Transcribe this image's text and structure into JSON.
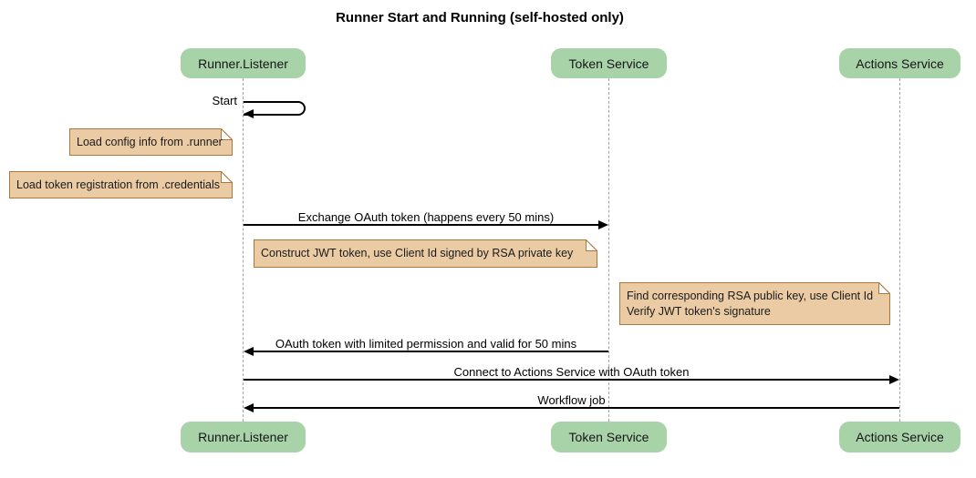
{
  "title": "Runner Start and Running (self-hosted only)",
  "participants": [
    {
      "label": "Runner.Listener"
    },
    {
      "label": "Token Service"
    },
    {
      "label": "Actions Service"
    }
  ],
  "messages": [
    {
      "label": "Start",
      "from": "Runner.Listener",
      "to": "Runner.Listener",
      "type": "self"
    },
    {
      "label": "Exchange OAuth token (happens every 50 mins)",
      "from": "Runner.Listener",
      "to": "Token Service",
      "type": "arrow"
    },
    {
      "label": "OAuth token with limited permission and valid for 50 mins",
      "from": "Token Service",
      "to": "Runner.Listener",
      "type": "arrow"
    },
    {
      "label": "Connect to Actions Service with OAuth token",
      "from": "Runner.Listener",
      "to": "Actions Service",
      "type": "arrow"
    },
    {
      "label": "Workflow job",
      "from": "Actions Service",
      "to": "Runner.Listener",
      "type": "arrow"
    }
  ],
  "notes": [
    {
      "lines": [
        "Load config info from .runner"
      ]
    },
    {
      "lines": [
        "Load token registration from .credentials"
      ]
    },
    {
      "lines": [
        "Construct JWT token, use Client Id signed by RSA private key"
      ]
    },
    {
      "lines": [
        "Find corresponding RSA public key, use Client Id",
        "Verify JWT token's signature"
      ]
    }
  ],
  "colors": {
    "participant_fill": "#A8D3A8",
    "note_fill": "#EBCBA4",
    "note_border": "#A8783F",
    "note_fold": "#FFFFFF",
    "lifeline": "#A3A3A3",
    "arrow": "#000000",
    "background": "#FFFFFF"
  }
}
